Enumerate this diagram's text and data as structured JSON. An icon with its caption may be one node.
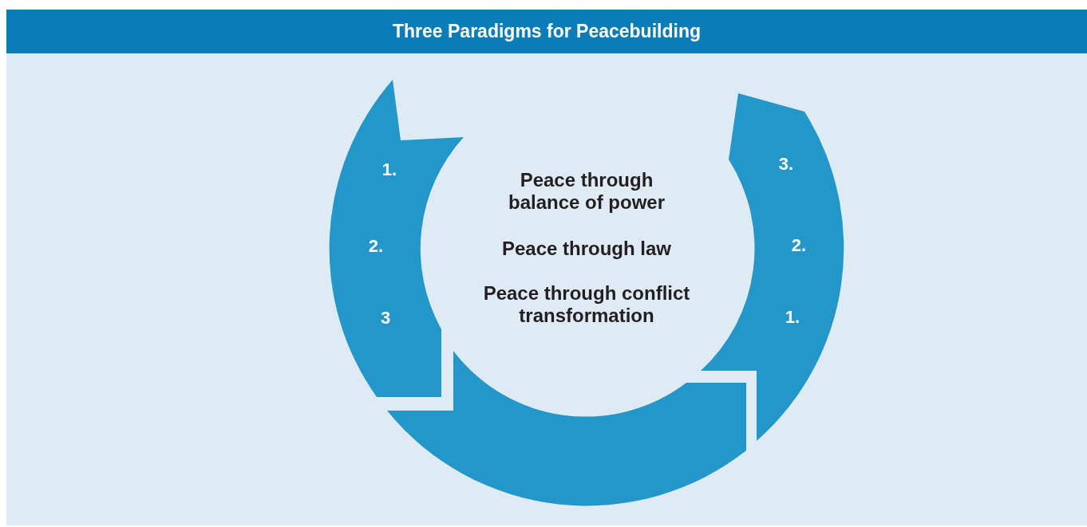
{
  "diagram": {
    "title": "Three Paradigms for Peacebuilding",
    "labels": [
      "Peace through balance of power",
      "Peace through law",
      "Peace through conflict transformation",
      "1.",
      "2.",
      "3",
      "3.",
      "2.",
      "1."
    ]
  }
}
